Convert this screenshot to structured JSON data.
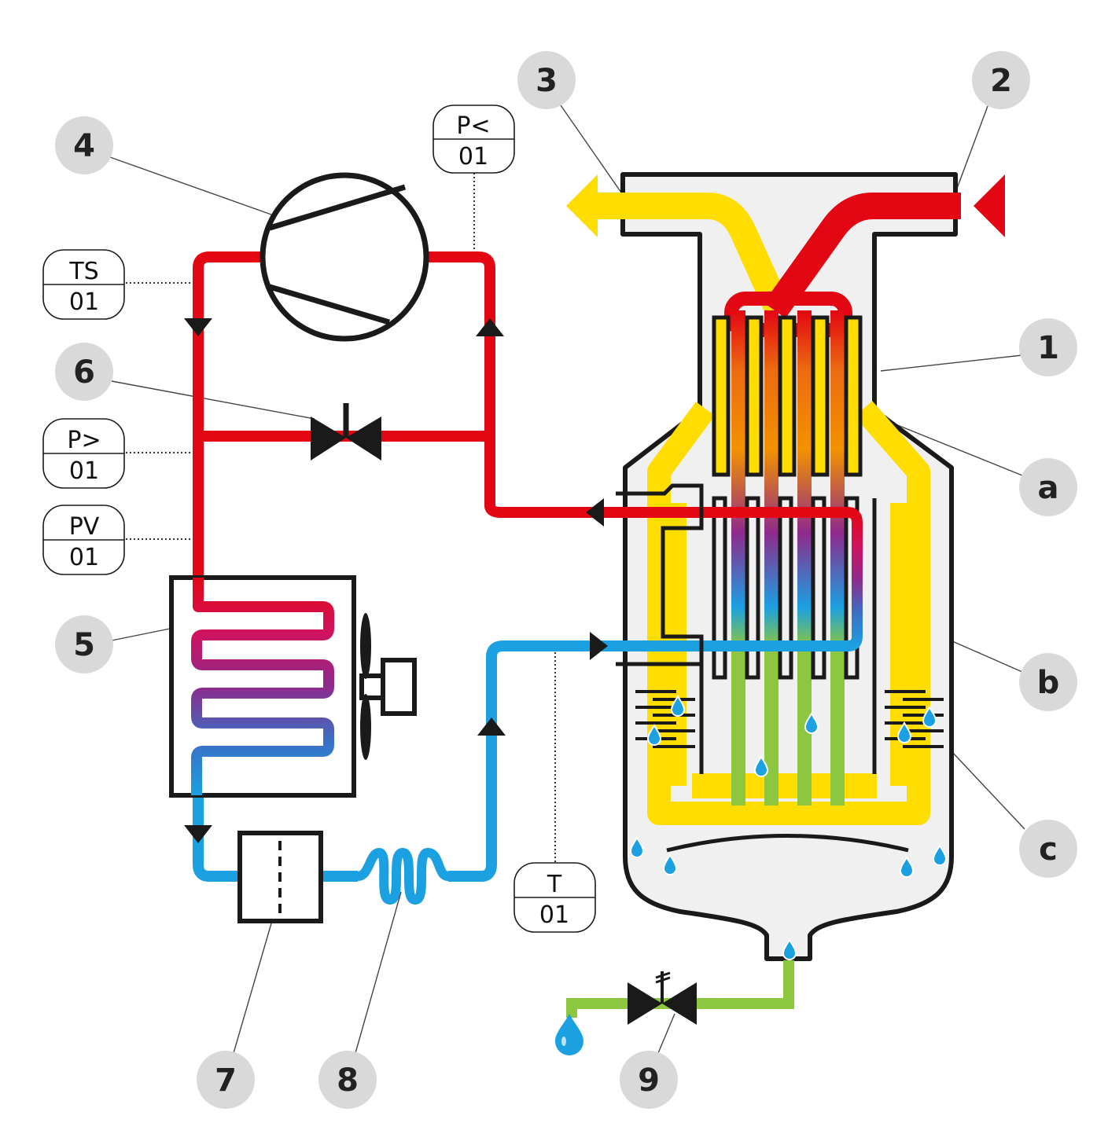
{
  "callouts": {
    "n1": "1",
    "n2": "2",
    "n3": "3",
    "n4": "4",
    "n5": "5",
    "n6": "6",
    "n7": "7",
    "n8": "8",
    "n9": "9",
    "na": "a",
    "nb": "b",
    "nc": "c"
  },
  "instrument_tags": {
    "p_low": {
      "top": "P<",
      "bottom": "01"
    },
    "ts": {
      "top": "TS",
      "bottom": "01"
    },
    "p_high": {
      "top": "P>",
      "bottom": "01"
    },
    "pv": {
      "top": "PV",
      "bottom": "01"
    },
    "t": {
      "top": "T",
      "bottom": "01"
    }
  },
  "colors": {
    "hot_refrigerant": "#e30613",
    "cold_refrigerant": "#1ba0e1",
    "air": "#ffdd00",
    "condensate": "#8dc63f",
    "callout_circle": "#d9d9d9",
    "vessel_fill": "#f0f0f0"
  },
  "icons": [
    "compressor-icon",
    "bypass-valve-icon",
    "condenser-fan-icon",
    "filter-dryer-icon",
    "capillary-tube-icon",
    "drain-valve-icon",
    "water-drop-icon"
  ]
}
